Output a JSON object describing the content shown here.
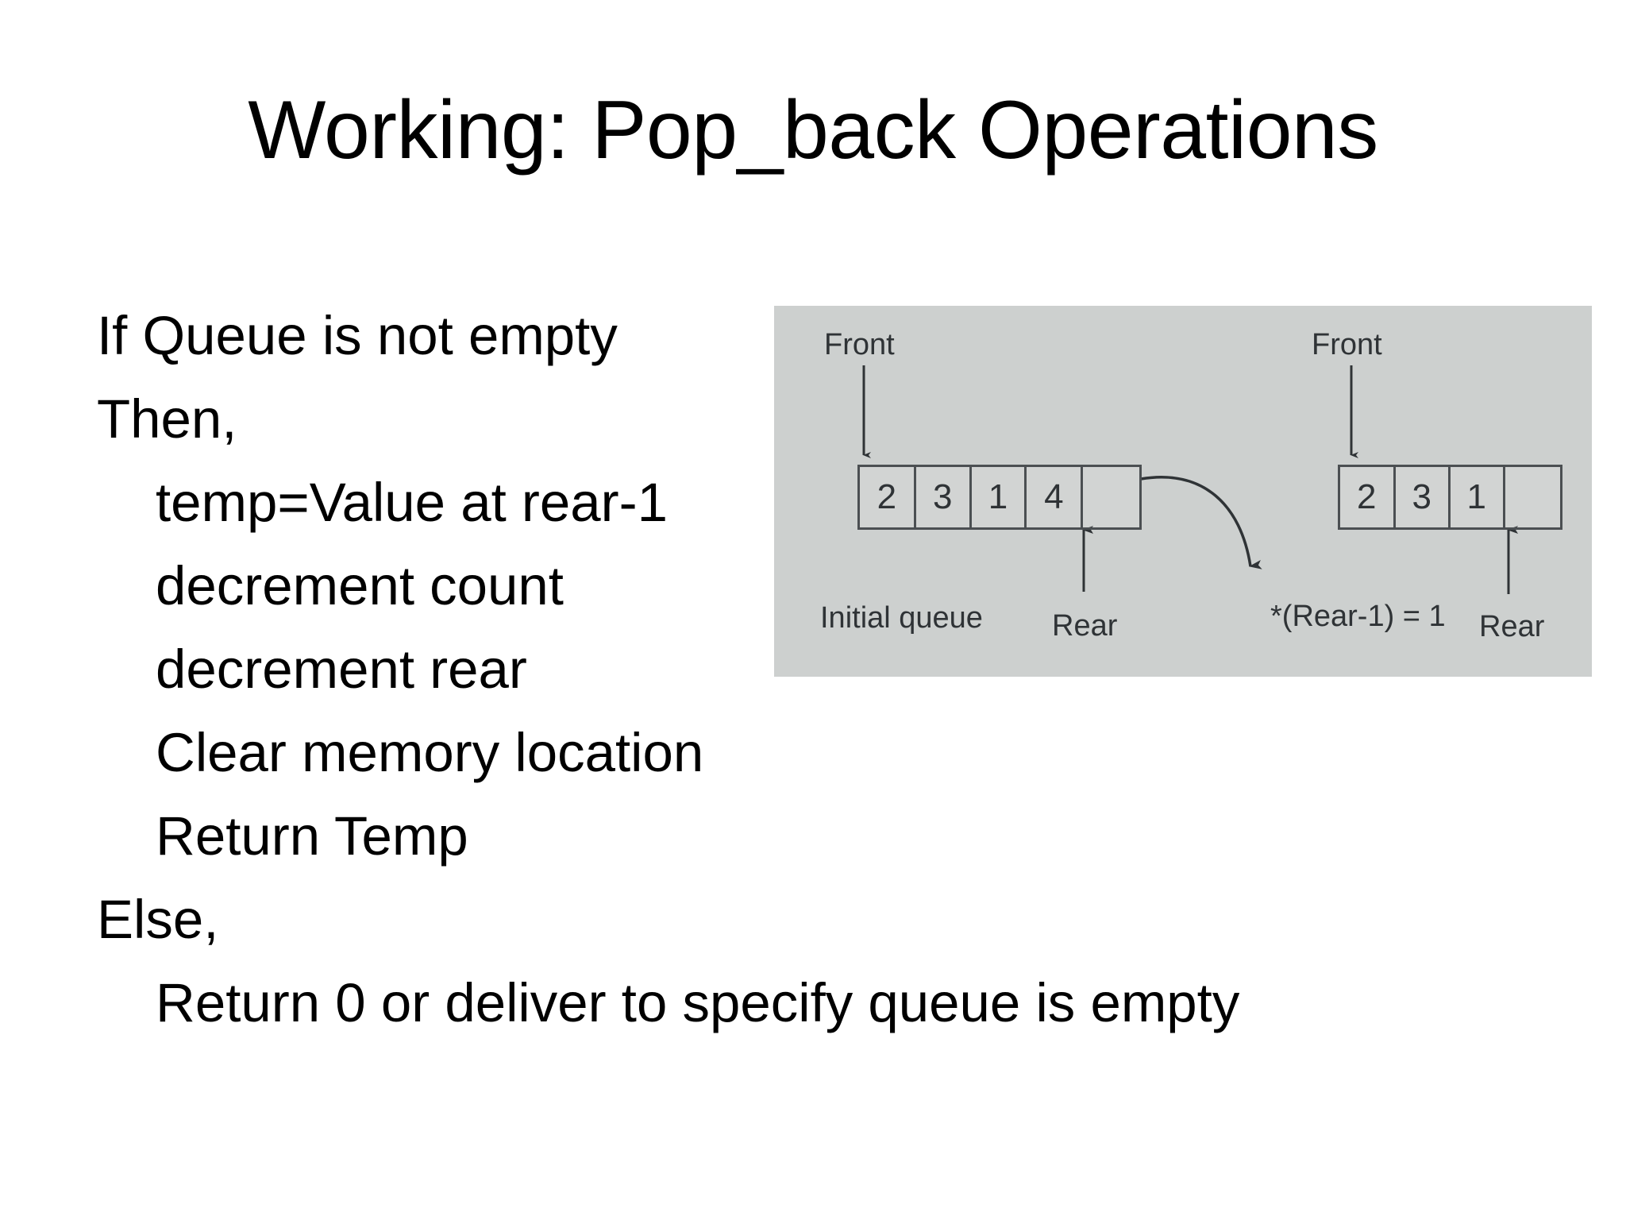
{
  "slide": {
    "title": "Working: Pop_back Operations"
  },
  "body": {
    "lines": [
      {
        "text": "If Queue is not empty",
        "indent": 0
      },
      {
        "text": "Then,",
        "indent": 0
      },
      {
        "text": "temp=Value at rear-1",
        "indent": 1
      },
      {
        "text": "decrement count",
        "indent": 1
      },
      {
        "text": "decrement rear",
        "indent": 1
      },
      {
        "text": "Clear memory location",
        "indent": 1
      },
      {
        "text": "Return Temp",
        "indent": 1
      },
      {
        "text": "Else,",
        "indent": 0
      },
      {
        "text": "Return 0 or deliver to specify queue is empty",
        "indent": 1
      }
    ]
  },
  "figure": {
    "background_color": "#cdd0cf",
    "ink_color": "#2f3336",
    "left_queue": {
      "front_label": "Front",
      "rear_label": "Rear",
      "caption": "Initial queue",
      "cells": [
        "2",
        "3",
        "1",
        "4",
        ""
      ]
    },
    "right_queue": {
      "front_label": "Front",
      "rear_label": "Rear",
      "caption": "*(Rear-1) = 1",
      "cells": [
        "2",
        "3",
        "1",
        ""
      ]
    }
  }
}
